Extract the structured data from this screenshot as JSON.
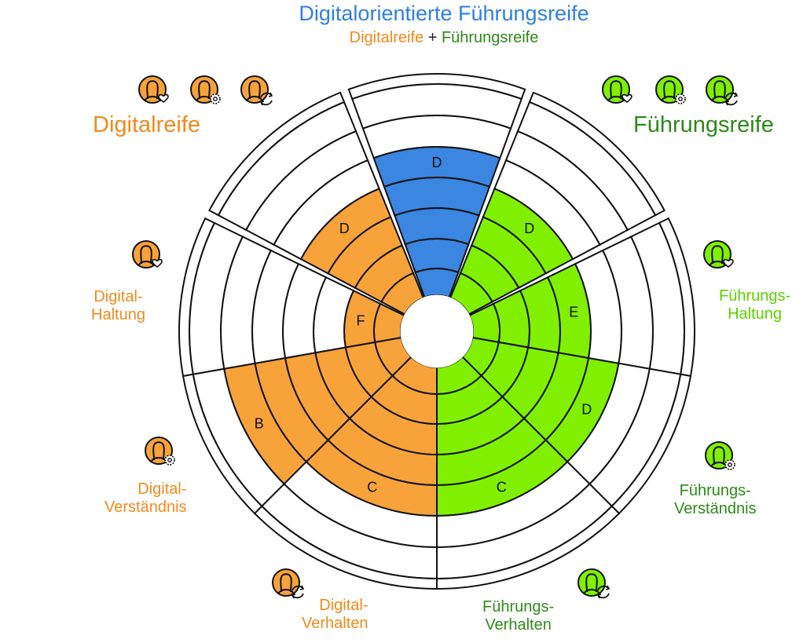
{
  "title": {
    "main": "Digitalorientierte Führungsreife",
    "sub_part1": "Digitalreife",
    "sub_plus": "+",
    "sub_part2": "Führungsreife"
  },
  "groups": {
    "left": "Digitalreife",
    "right": "Führungsreife"
  },
  "dimensions": [
    {
      "id": "top",
      "level_label": "D",
      "color": "#3a86e0"
    },
    {
      "id": "fuehrungs-haltung-upper",
      "level_label": "D",
      "color": "#80f000"
    },
    {
      "id": "fuehrungs-haltung",
      "line1": "Führungs-",
      "line2": "Haltung",
      "level_label": "E",
      "color": "#80f000"
    },
    {
      "id": "fuehrungs-verstaendnis",
      "line1": "Führungs-",
      "line2": "Verständnis",
      "level_label": "D",
      "color": "#80f000"
    },
    {
      "id": "fuehrungs-verhalten",
      "line1": "Führungs-",
      "line2": "Verhalten",
      "level_label": "C",
      "color": "#80f000"
    },
    {
      "id": "digital-verhalten",
      "line1": "Digital-",
      "line2": "Verhalten",
      "level_label": "C",
      "color": "#f7a33a"
    },
    {
      "id": "digital-verstaendnis",
      "line1": "Digital-",
      "line2": "Verständnis",
      "level_label": "B",
      "color": "#f7a33a"
    },
    {
      "id": "digital-haltung",
      "line1": "Digital-",
      "line2": "Haltung",
      "level_label": "F",
      "color": "#f7a33a"
    },
    {
      "id": "digital-haltung-upper",
      "level_label": "D",
      "color": "#f7a33a"
    }
  ],
  "icons": {
    "heart": "person-heart-icon",
    "gear": "person-gear-icon",
    "cycle": "person-cycle-icon"
  },
  "colors": {
    "title_blue": "#2f7fe0",
    "orange": "#f08a1c",
    "dark_green": "#2d8a18",
    "light_green": "#5fd000",
    "fill_orange": "#f7a33a",
    "fill_green": "#80f000",
    "fill_blue": "#3a86e0"
  }
}
